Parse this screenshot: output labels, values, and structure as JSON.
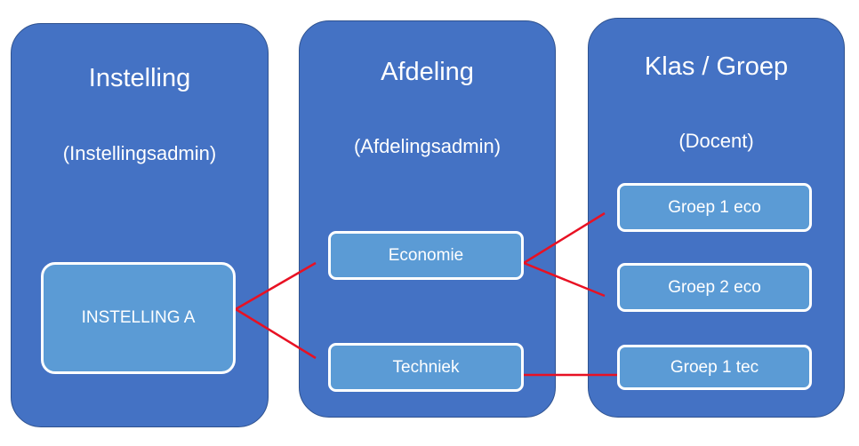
{
  "columns": {
    "instelling": {
      "title": "Instelling",
      "role": "(Instellingsadmin)"
    },
    "afdeling": {
      "title": "Afdeling",
      "role": "(Afdelingsadmin)"
    },
    "klas": {
      "title": "Klas / Groep",
      "role": "(Docent)"
    }
  },
  "nodes": {
    "instelling_a": "INSTELLING A",
    "economie": "Economie",
    "techniek": "Techniek",
    "groep_1_eco": "Groep 1 eco",
    "groep_2_eco": "Groep 2 eco",
    "groep_1_tec": "Groep 1 tec"
  },
  "colors": {
    "column_fill": "#4472c4",
    "node_fill": "#5b9bd5",
    "connector": "#e81123"
  }
}
